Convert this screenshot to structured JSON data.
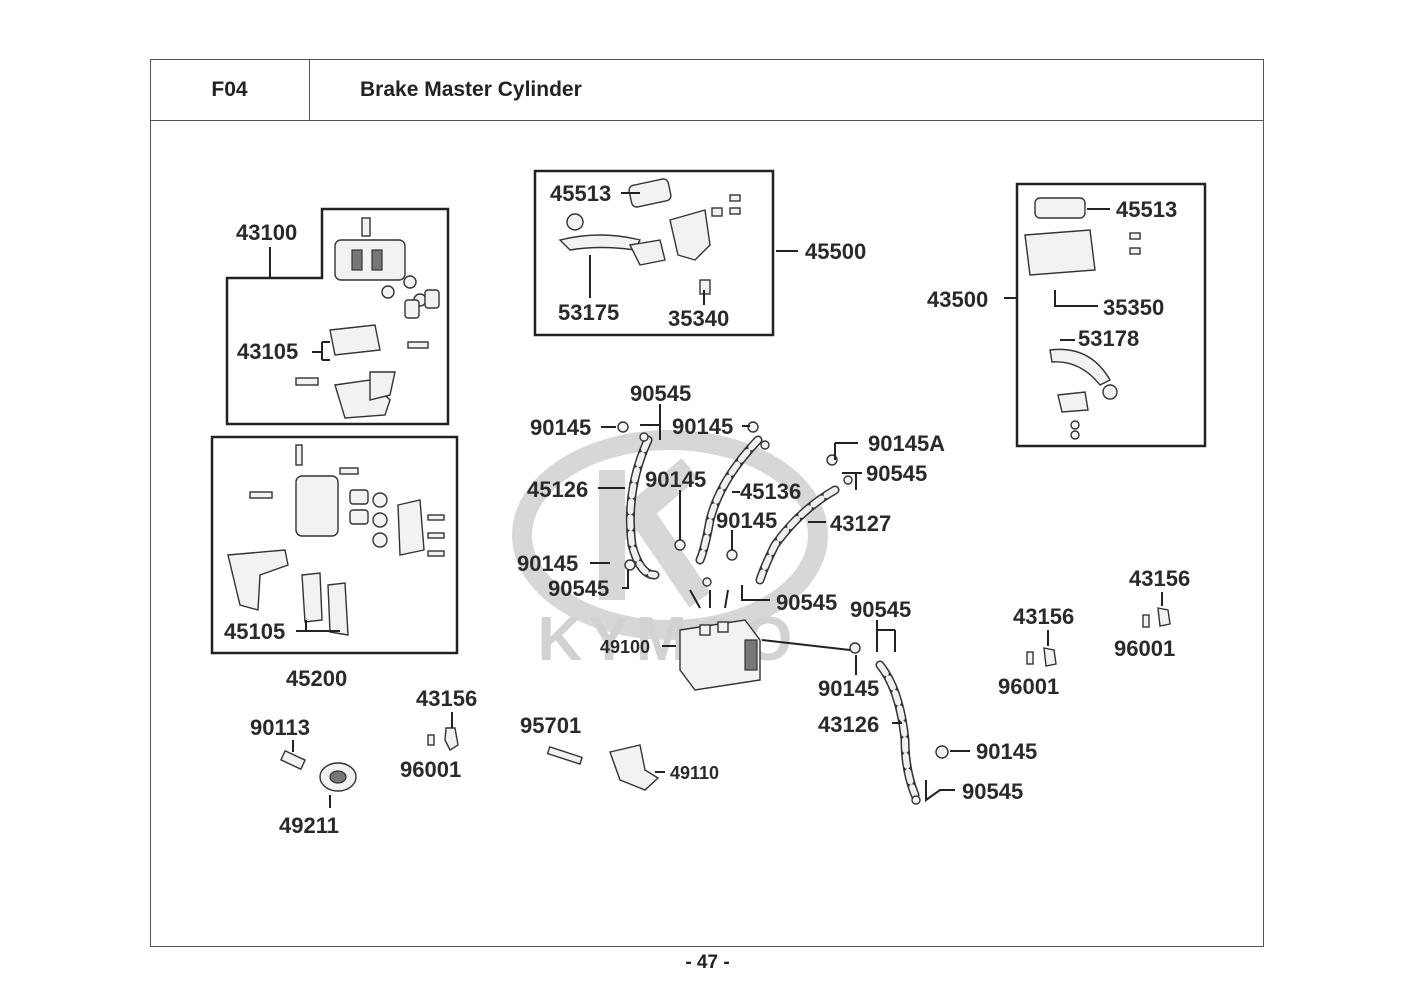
{
  "header": {
    "code": "F04",
    "title": "Brake Master Cylinder"
  },
  "page_number": "- 47 -",
  "watermark": {
    "text": "KYMCO",
    "color": "#cfcfcf"
  },
  "callouts": {
    "caliper_front_upper": "43100",
    "caliper_pads_upper": "43105",
    "caliper_assy_lower": "45200",
    "caliper_pads_lower": "45105",
    "master_cyl_right_assy": "45500",
    "master_cyl_right_cap": "45513",
    "master_cyl_right_lever": "53175",
    "master_cyl_right_bracket": "35340",
    "master_cyl_left_assy": "43500",
    "master_cyl_left_cap": "45513",
    "master_cyl_left_bracket": "35350",
    "master_cyl_left_lever": "53178",
    "hose_45126": "45126",
    "hose_45136": "45136",
    "hose_43127": "43127",
    "hose_43126": "43126",
    "bolt_90145_a": "90145",
    "washer_90545_a": "90545",
    "bolt_90145_b": "90145",
    "bolt_90145A": "90145A",
    "washer_90545_b": "90545",
    "bolt_90145_c": "90145",
    "bolt_90145_d": "90145",
    "bolt_90145_e": "90145",
    "washer_90545_c": "90545",
    "washer_90545_d": "90545",
    "washer_90545_e": "90545",
    "bolt_90145_f": "90145",
    "bolt_90145_g": "90145",
    "washer_90545_f": "90545",
    "abs_unit": "49100",
    "abs_bracket": "49110",
    "bolt_95701": "95701",
    "bolt_90113": "90113",
    "sensor_49211": "49211",
    "clamp_43156_a": "43156",
    "screw_96001_a": "96001",
    "clamp_43156_b": "43156",
    "screw_96001_b": "96001",
    "clamp_43156_c": "43156",
    "screw_96001_c": "96001"
  }
}
